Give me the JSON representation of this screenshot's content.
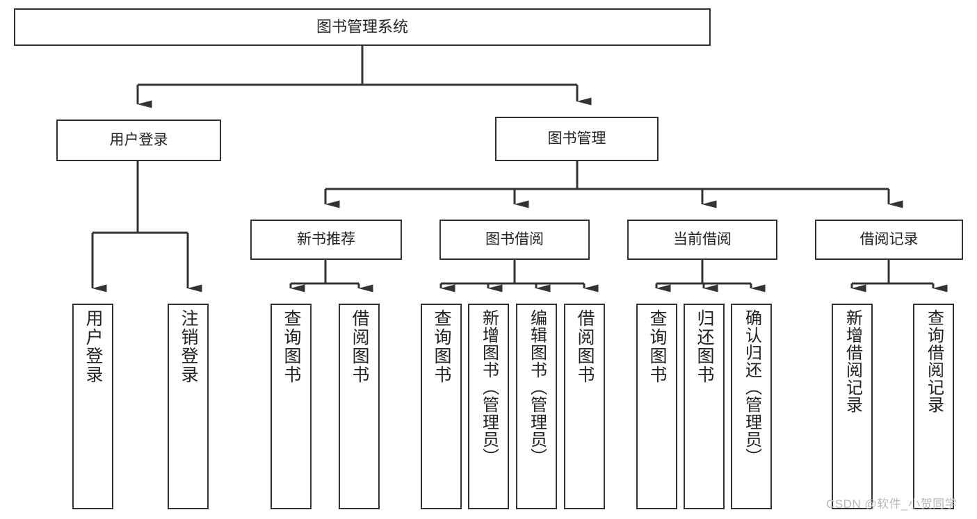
{
  "diagram": {
    "type": "tree-hierarchy",
    "title": "图书管理系统",
    "watermark": "CSDN @软件_小贺同学",
    "colors": {
      "stroke": "#333333",
      "background": "#ffffff",
      "text": "#222222",
      "watermark": "#b9b9b9"
    },
    "nodes": {
      "root": {
        "label": "图书管理系统",
        "level": 1
      },
      "user_login": {
        "label": "用户登录",
        "level": 2
      },
      "book_manage": {
        "label": "图书管理",
        "level": 2
      },
      "new_book_rec": {
        "label": "新书推荐",
        "level": 3
      },
      "book_borrow": {
        "label": "图书借阅",
        "level": 3
      },
      "current_borrow": {
        "label": "当前借阅",
        "level": 3
      },
      "borrow_record": {
        "label": "借阅记录",
        "level": 3
      },
      "leaf_user_login": {
        "label": "用户登录",
        "level": 4
      },
      "leaf_logout": {
        "label": "注销登录",
        "level": 4
      },
      "leaf_query_book_1": {
        "label": "查询图书",
        "level": 4
      },
      "leaf_borrow_book_1": {
        "label": "借阅图书",
        "level": 4
      },
      "leaf_query_book_2": {
        "label": "查询图书",
        "level": 4
      },
      "leaf_add_book": {
        "label": "新增图书（管理员）",
        "level": 4
      },
      "leaf_edit_book": {
        "label": "编辑图书（管理员）",
        "level": 4
      },
      "leaf_borrow_book_2": {
        "label": "借阅图书",
        "level": 4
      },
      "leaf_query_book_3": {
        "label": "查询图书",
        "level": 4
      },
      "leaf_return_book": {
        "label": "归还图书",
        "level": 4
      },
      "leaf_confirm_return": {
        "label": "确认归还（管理员）",
        "level": 4
      },
      "leaf_add_record": {
        "label": "新增借阅记录",
        "level": 4
      },
      "leaf_query_record": {
        "label": "查询借阅记录",
        "level": 4
      }
    },
    "edges": [
      {
        "from": "root",
        "to": "user_login"
      },
      {
        "from": "root",
        "to": "book_manage"
      },
      {
        "from": "user_login",
        "to": "leaf_user_login"
      },
      {
        "from": "user_login",
        "to": "leaf_logout"
      },
      {
        "from": "book_manage",
        "to": "new_book_rec"
      },
      {
        "from": "book_manage",
        "to": "book_borrow"
      },
      {
        "from": "book_manage",
        "to": "current_borrow"
      },
      {
        "from": "book_manage",
        "to": "borrow_record"
      },
      {
        "from": "new_book_rec",
        "to": "leaf_query_book_1"
      },
      {
        "from": "new_book_rec",
        "to": "leaf_borrow_book_1"
      },
      {
        "from": "book_borrow",
        "to": "leaf_query_book_2"
      },
      {
        "from": "book_borrow",
        "to": "leaf_add_book"
      },
      {
        "from": "book_borrow",
        "to": "leaf_edit_book"
      },
      {
        "from": "book_borrow",
        "to": "leaf_borrow_book_2"
      },
      {
        "from": "current_borrow",
        "to": "leaf_query_book_3"
      },
      {
        "from": "current_borrow",
        "to": "leaf_return_book"
      },
      {
        "from": "current_borrow",
        "to": "leaf_confirm_return"
      },
      {
        "from": "borrow_record",
        "to": "leaf_add_record"
      },
      {
        "from": "borrow_record",
        "to": "leaf_query_record"
      }
    ]
  }
}
